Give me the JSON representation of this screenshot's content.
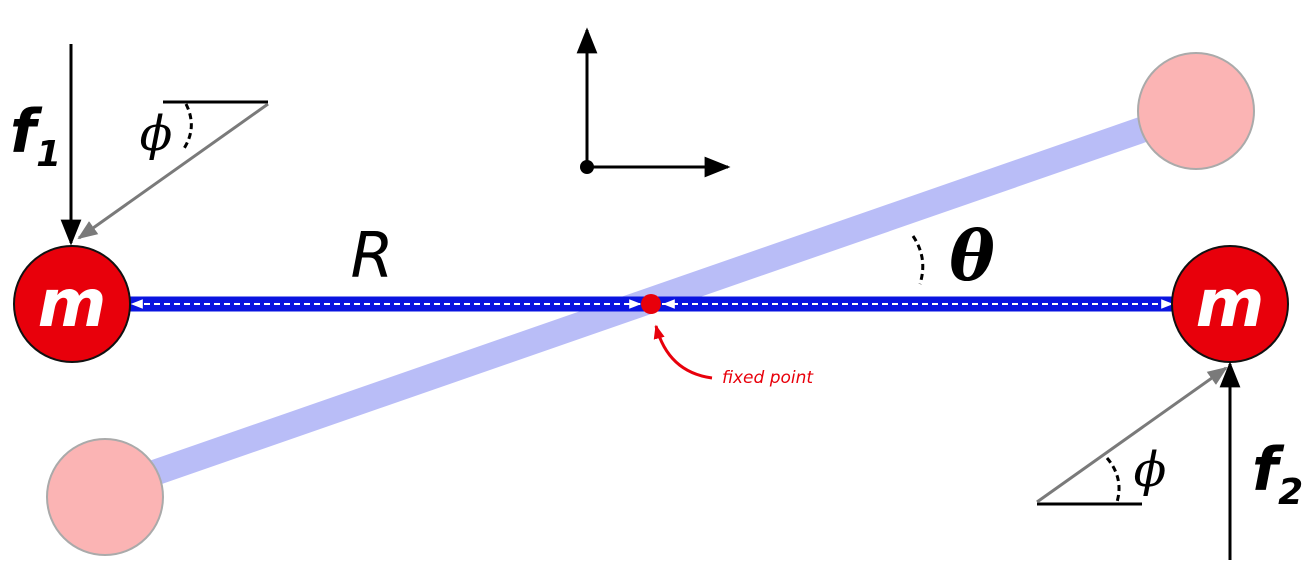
{
  "labels": {
    "mass_left": "m",
    "mass_right": "m",
    "length": "R",
    "rotation_angle": "θ",
    "force_angle_top": "ϕ",
    "force_angle_bottom": "ϕ",
    "force_one": "f",
    "force_one_sub": "1",
    "force_two": "f",
    "force_two_sub": "2",
    "pivot_note": "fixed point"
  },
  "colors": {
    "mass_fill": "#e8000b",
    "ghost_mass_fill": "#fbb4b4",
    "rod": "#0a14e0",
    "ghost_rod": "#b9bdf7",
    "force_arrow": "#000000",
    "component_arrow": "#7a7a7a",
    "note": "#e8000b"
  }
}
